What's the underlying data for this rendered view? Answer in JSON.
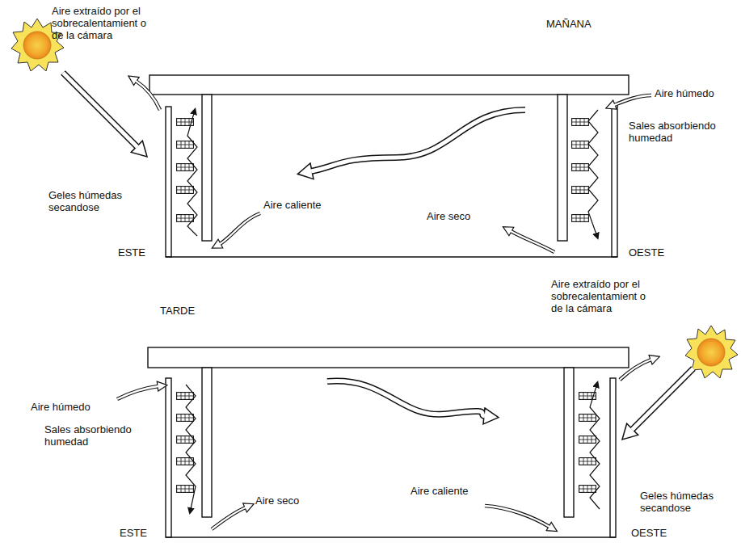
{
  "diagram": {
    "labels": [
      "Aire extraído por el sobrecalentamient o de la cámara",
      "MAÑANA",
      "Aire húmedo",
      "Sales absorbiendo humedad",
      "Geles húmedas secandose",
      "Aire caliente",
      "Aire seco",
      "ESTE",
      "OESTE",
      "TARDE",
      "Aire extraído por el sobrecalentamient o de la cámara",
      "Aire húmedo",
      "Sales absorbiendo humedad",
      "Aire seco",
      "Aire caliente",
      "Geles húmedas secandose",
      "ESTE",
      "OESTE"
    ]
  }
}
